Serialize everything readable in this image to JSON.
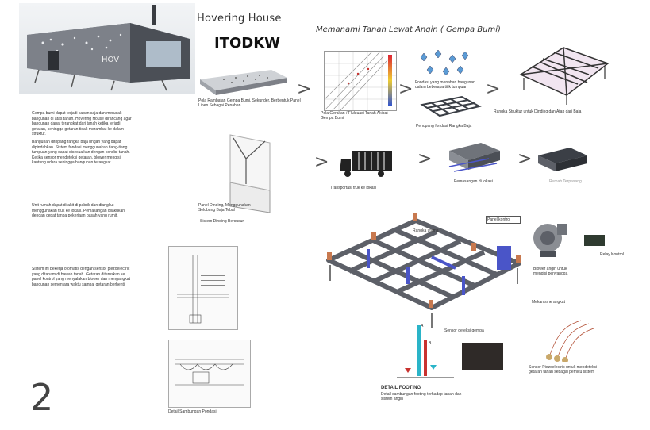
{
  "header": {
    "title": "Hovering House",
    "subtitle": "Memanami Tanah Lewat Angin ( Gempa Bumi)",
    "logo": "ITODKW",
    "house_badge": "HOV"
  },
  "page_number": "2",
  "captions": {
    "panel": "Pola Rambatan Gempa Bumi, Sekunder, Berbentuk Panel Linen Sebagai Penahan",
    "graph": "Pola Gerakan / Fluktuasi Tanah Akibat Gempa Bumi",
    "nodes": "Fondasi yang menahan bangunan dalam beberapa titik tumpuan",
    "grid": "Penopang fondasi Rangka Baja",
    "roof": "Rangka Struktur untuk Dinding dan Atap dari Baja",
    "truck": "Transportasi truk ke lokasi",
    "install": "Pemasangan di lokasi",
    "final": "Rumah Terpasang",
    "wall": "Panel Dinding, Menggunakan Selubung Baja Tebal",
    "wall2": "Sistem Dinding Bersusun",
    "detail": "Detail Sambungan Pondasi",
    "sensor": "Sensor deteksi gempa",
    "blower": "Blower angin untuk mengisi penyangga",
    "relay": "Relay Kontrol",
    "mechanism": "Mekanisme angkat",
    "piezo": "Sensor Piezoelectric untuk mendeteksi getaran tanah sebagai pemicu sistem",
    "footing": "DETAIL FOOTING",
    "footing_desc": "Detail sambungan footing terhadap tanah dan sistem angin",
    "frame_label": "Rangka utama",
    "box_label": "Panel kontrol"
  },
  "body_text": {
    "p1": "Gempa bumi dapat terjadi kapan saja dan merusak bangunan di atas tanah. Hovering House dirancang agar bangunan dapat terangkat dari tanah ketika terjadi getaran, sehingga getaran tidak merambat ke dalam struktur.",
    "p2": "Bangunan ditopang rangka baja ringan yang dapat dipindahkan. Sistem fondasi menggunakan tiang-tiang tumpuan yang dapat disesuaikan dengan kondisi tanah. Ketika sensor mendeteksi getaran, blower mengisi kantung udara sehingga bangunan terangkat.",
    "p3": "Unit rumah dapat dirakit di pabrik dan diangkut menggunakan truk ke lokasi. Pemasangan dilakukan dengan cepat tanpa pekerjaan basah yang rumit.",
    "p4": "Sistem ini bekerja otomatis dengan sensor piezoelectric yang ditanam di bawah tanah. Getaran diteruskan ke panel kontrol yang menyalakan blower dan mengangkat bangunan sementara waktu sampai getaran berhenti."
  },
  "footing_markers": [
    "A",
    "B"
  ],
  "colors": {
    "accent_blue": "#4a55c8",
    "steel_grey": "#5d6068",
    "panel_dark": "#3b3f46",
    "red": "#c8322f",
    "cyan": "#2ab4c8"
  }
}
